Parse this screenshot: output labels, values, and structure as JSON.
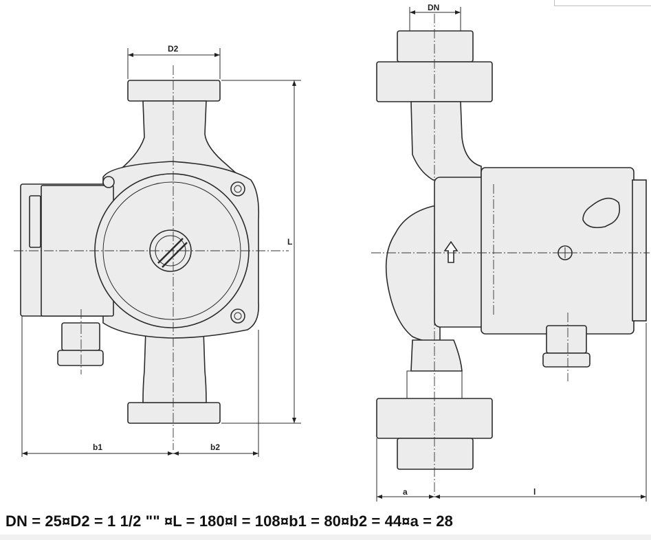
{
  "drawing": {
    "front_view": {
      "dim_d2_label": "D2",
      "dim_l_label": "L",
      "dim_b1_label": "b1",
      "dim_b2_label": "b2"
    },
    "side_view": {
      "dim_dn_label": "DN",
      "dim_a_label": "a",
      "dim_l_label": "l"
    }
  },
  "spec_text": "DN = 25¤D2 = 1 1/2 \"\" ¤L = 180¤l = 108¤b1 = 80¤b2 = 44¤a = 28"
}
